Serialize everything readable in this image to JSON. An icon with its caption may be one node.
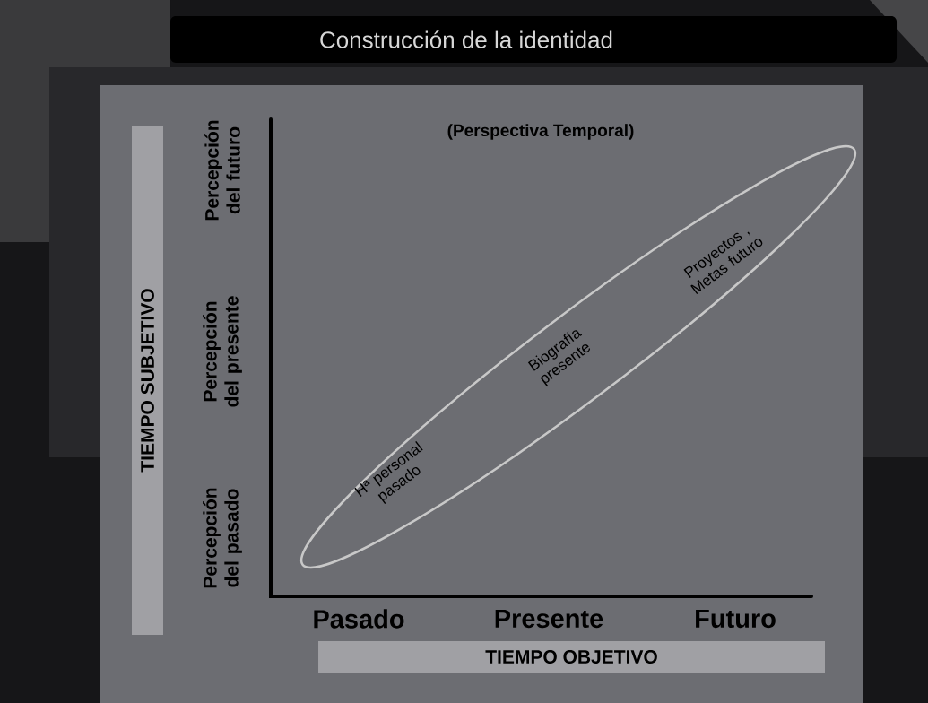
{
  "diagram": {
    "title": "Construcción de la identidad",
    "nodes": [
      {
        "text": [
          "TIEMPO SUBJETIVO"
        ]
      },
      {
        "text": [
          "Hª personal pasado",
          "Biografía presente",
          "Proyectos , Metas futuro"
        ]
      },
      {
        "text": [
          "TIEMPO OBJETIVO"
        ]
      }
    ],
    "labels": [
      "Percepción del futuro",
      "(Perspectiva Temporal)",
      "Percepción del presente",
      "Percepción del pasado",
      "Pasado",
      "Presente",
      "Futuro"
    ]
  }
}
